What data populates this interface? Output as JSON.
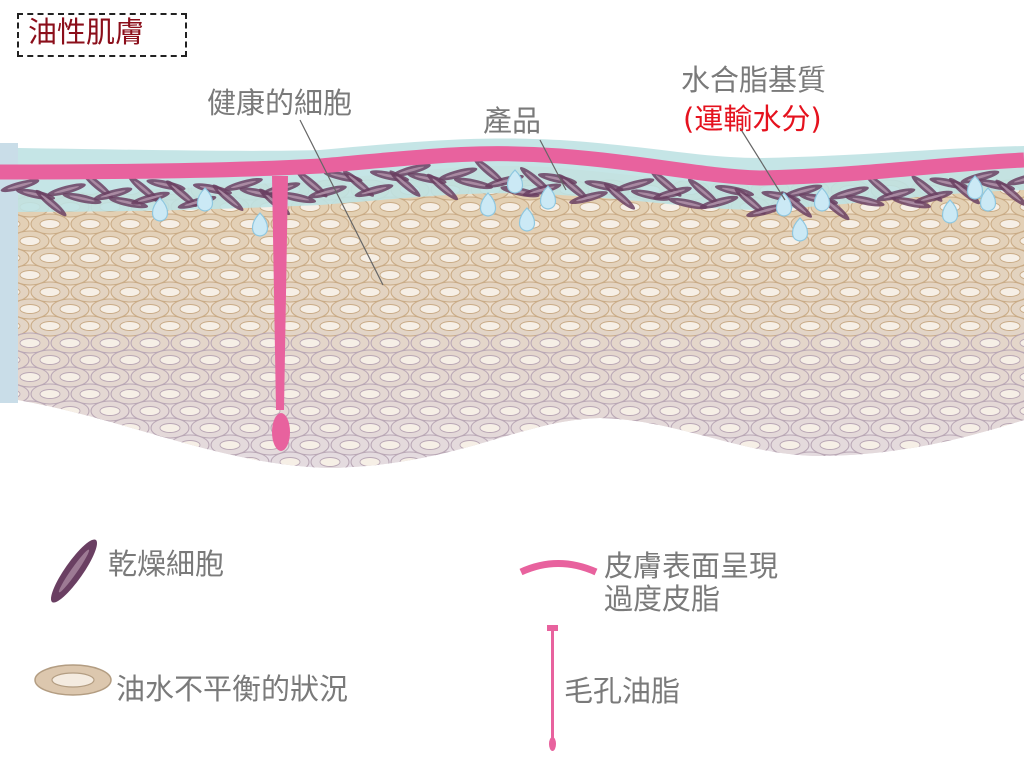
{
  "title": "油性肌膚",
  "annotations": {
    "healthy_cells": "健康的細胞",
    "product": "產品",
    "hydro_lipid_line1": "水合脂基質",
    "hydro_lipid_line2": "(運輸水分)"
  },
  "legend": {
    "dry_cells": "乾燥細胞",
    "surface_oil_line1": "皮膚表面呈現",
    "surface_oil_line2": "過度皮脂",
    "imbalance": "油水不平衡的狀況",
    "pore_sebum": "毛孔油脂"
  },
  "colors": {
    "title": "#8b0e1a",
    "highlight_red": "#e5121e",
    "label_gray": "#7a7a7a",
    "sebum_pink": "#e8629e",
    "dry_cell_purple": "#6a3f62",
    "cell_tan": "#e3cfb0",
    "cell_lilac": "#e4dbe0",
    "matrix_blue": "#a9d8e8"
  }
}
